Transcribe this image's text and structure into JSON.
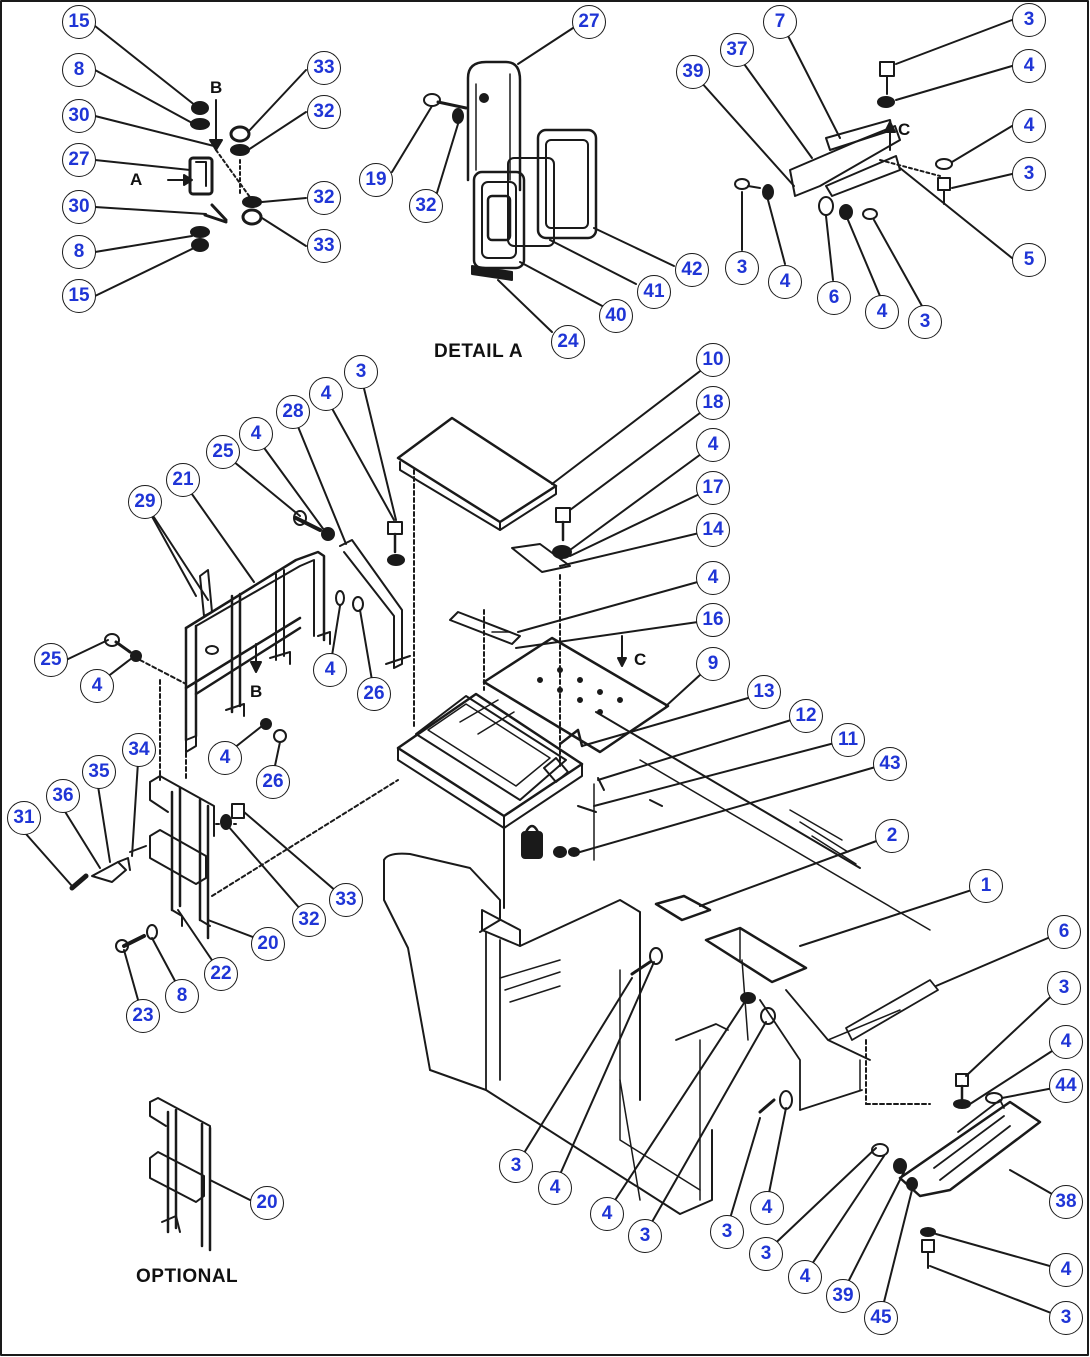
{
  "colors": {
    "balloon_text": "#1f35d6",
    "line": "#1a1a1a"
  },
  "captions": {
    "detail_a": "DETAIL A",
    "optional": "OPTIONAL"
  },
  "view_letters": {
    "a": "A",
    "b": "B",
    "c": "C"
  },
  "callouts": [
    "15",
    "8",
    "30",
    "27",
    "30",
    "8",
    "15",
    "33",
    "32",
    "32",
    "33",
    "B",
    "A",
    "19",
    "32",
    "27",
    "24",
    "40",
    "41",
    "42",
    "39",
    "37",
    "7",
    "3",
    "4",
    "4",
    "3",
    "5",
    "3",
    "4",
    "6",
    "4",
    "3",
    "C",
    "10",
    "18",
    "4",
    "17",
    "14",
    "4",
    "16",
    "9",
    "C",
    "13",
    "12",
    "11",
    "43",
    "2",
    "1",
    "6",
    "3",
    "4",
    "44",
    "38",
    "4",
    "3",
    "45",
    "39",
    "4",
    "3",
    "3",
    "4",
    "3",
    "4",
    "3",
    "4",
    "29",
    "21",
    "25",
    "4",
    "28",
    "4",
    "3",
    "25",
    "4",
    "4",
    "26",
    "B",
    "4",
    "26",
    "34",
    "35",
    "36",
    "31",
    "32",
    "33",
    "20",
    "22",
    "8",
    "23",
    "20"
  ]
}
